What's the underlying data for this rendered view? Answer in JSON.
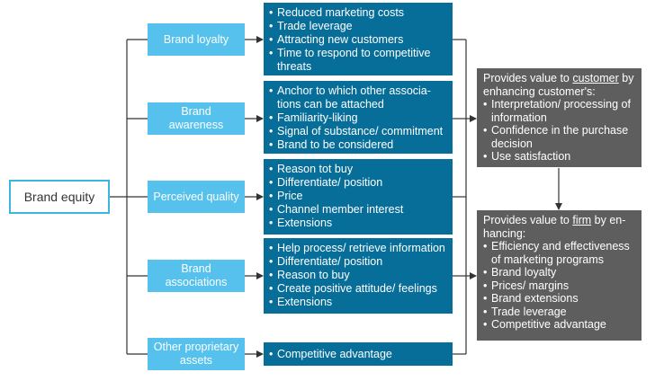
{
  "root": {
    "label": "Brand equity"
  },
  "drivers": [
    {
      "label": "Brand loyalty"
    },
    {
      "label": "Brand awareness"
    },
    {
      "label": "Perceived quality"
    },
    {
      "label": "Brand associations"
    },
    {
      "label": "Other proprietary assets"
    }
  ],
  "benefits": [
    {
      "items": [
        "Reduced marketing costs",
        "Trade leverage",
        "Attracting new customers",
        "Time to respond to competitive threats"
      ]
    },
    {
      "items": [
        "Anchor to which other associa-tions can be attached",
        "Familiarity-liking",
        "Signal of substance/ commitment",
        "Brand to be considered"
      ]
    },
    {
      "items": [
        "Reason tot buy",
        "Differentiate/ position",
        "Price",
        "Channel  member interest",
        "Extensions"
      ]
    },
    {
      "items": [
        "Help process/ retrieve information",
        "Differentiate/ position",
        "Reason to buy",
        "Create positive attitude/ feelings",
        "Extensions"
      ]
    },
    {
      "items": [
        "Competitive advantage"
      ]
    }
  ],
  "customer_value": {
    "heading_before": "Provides value to ",
    "heading_underlined": "customer",
    "heading_after": " by enhancing customer's:",
    "items": [
      "Interpretation/ processing of information",
      "Confidence in the purchase decision",
      "Use satisfaction"
    ]
  },
  "firm_value": {
    "heading_before": "Provides value to ",
    "heading_underlined": "firm",
    "heading_after": " by en-hancing:",
    "items": [
      "Efficiency and effectiveness of marketing programs",
      "Brand loyalty",
      "Prices/ margins",
      "Brand extensions",
      "Trade leverage",
      "Competitive advantage"
    ]
  },
  "colors": {
    "driver": "#55c1ec",
    "benefit": "#076e9a",
    "value": "#5e5e5e",
    "root_border": "#3ab6e3"
  }
}
